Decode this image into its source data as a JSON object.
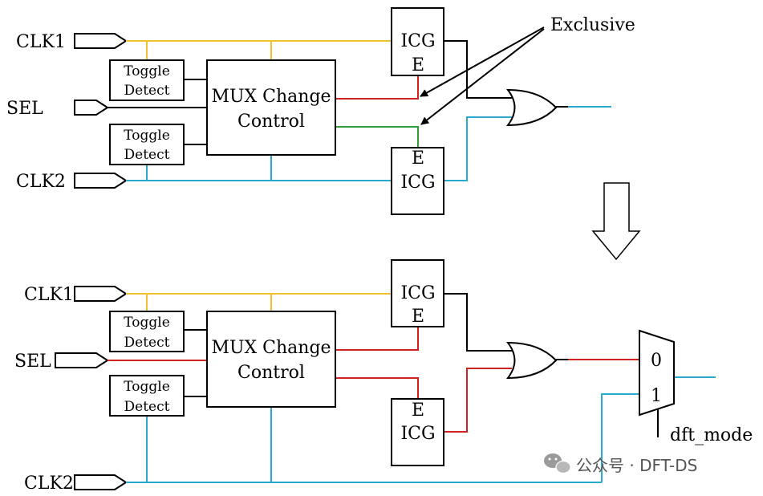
{
  "top": {
    "inputs": {
      "clk1": "CLK1",
      "sel": "SEL",
      "clk2": "CLK2"
    },
    "toggle_upper": [
      "Toggle",
      "Detect"
    ],
    "toggle_lower": [
      "Toggle",
      "Detect"
    ],
    "mux_change": [
      "MUX Change",
      "Control"
    ],
    "icg_upper": {
      "name": "ICG",
      "enable": "E"
    },
    "icg_lower": {
      "name": "ICG",
      "enable": "E"
    },
    "annotation": "Exclusive"
  },
  "bottom": {
    "inputs": {
      "clk1": "CLK1",
      "sel": "SEL",
      "clk2": "CLK2"
    },
    "toggle_upper": [
      "Toggle",
      "Detect"
    ],
    "toggle_lower": [
      "Toggle",
      "Detect"
    ],
    "mux_change": [
      "MUX Change",
      "Control"
    ],
    "icg_upper": {
      "name": "ICG",
      "enable": "E"
    },
    "icg_lower": {
      "name": "ICG",
      "enable": "E"
    },
    "mux": {
      "in0": "0",
      "in1": "1",
      "sel": "dft_mode"
    }
  },
  "watermark": "公众号 · DFT-DS",
  "colors": {
    "clk1_wire": "#f2c12e",
    "clk2_wire": "#2aa9cf",
    "ctrl_wire": "#d0231f",
    "ctrl_wire_exclusive": "#2e9e3a",
    "line": "#000000"
  }
}
